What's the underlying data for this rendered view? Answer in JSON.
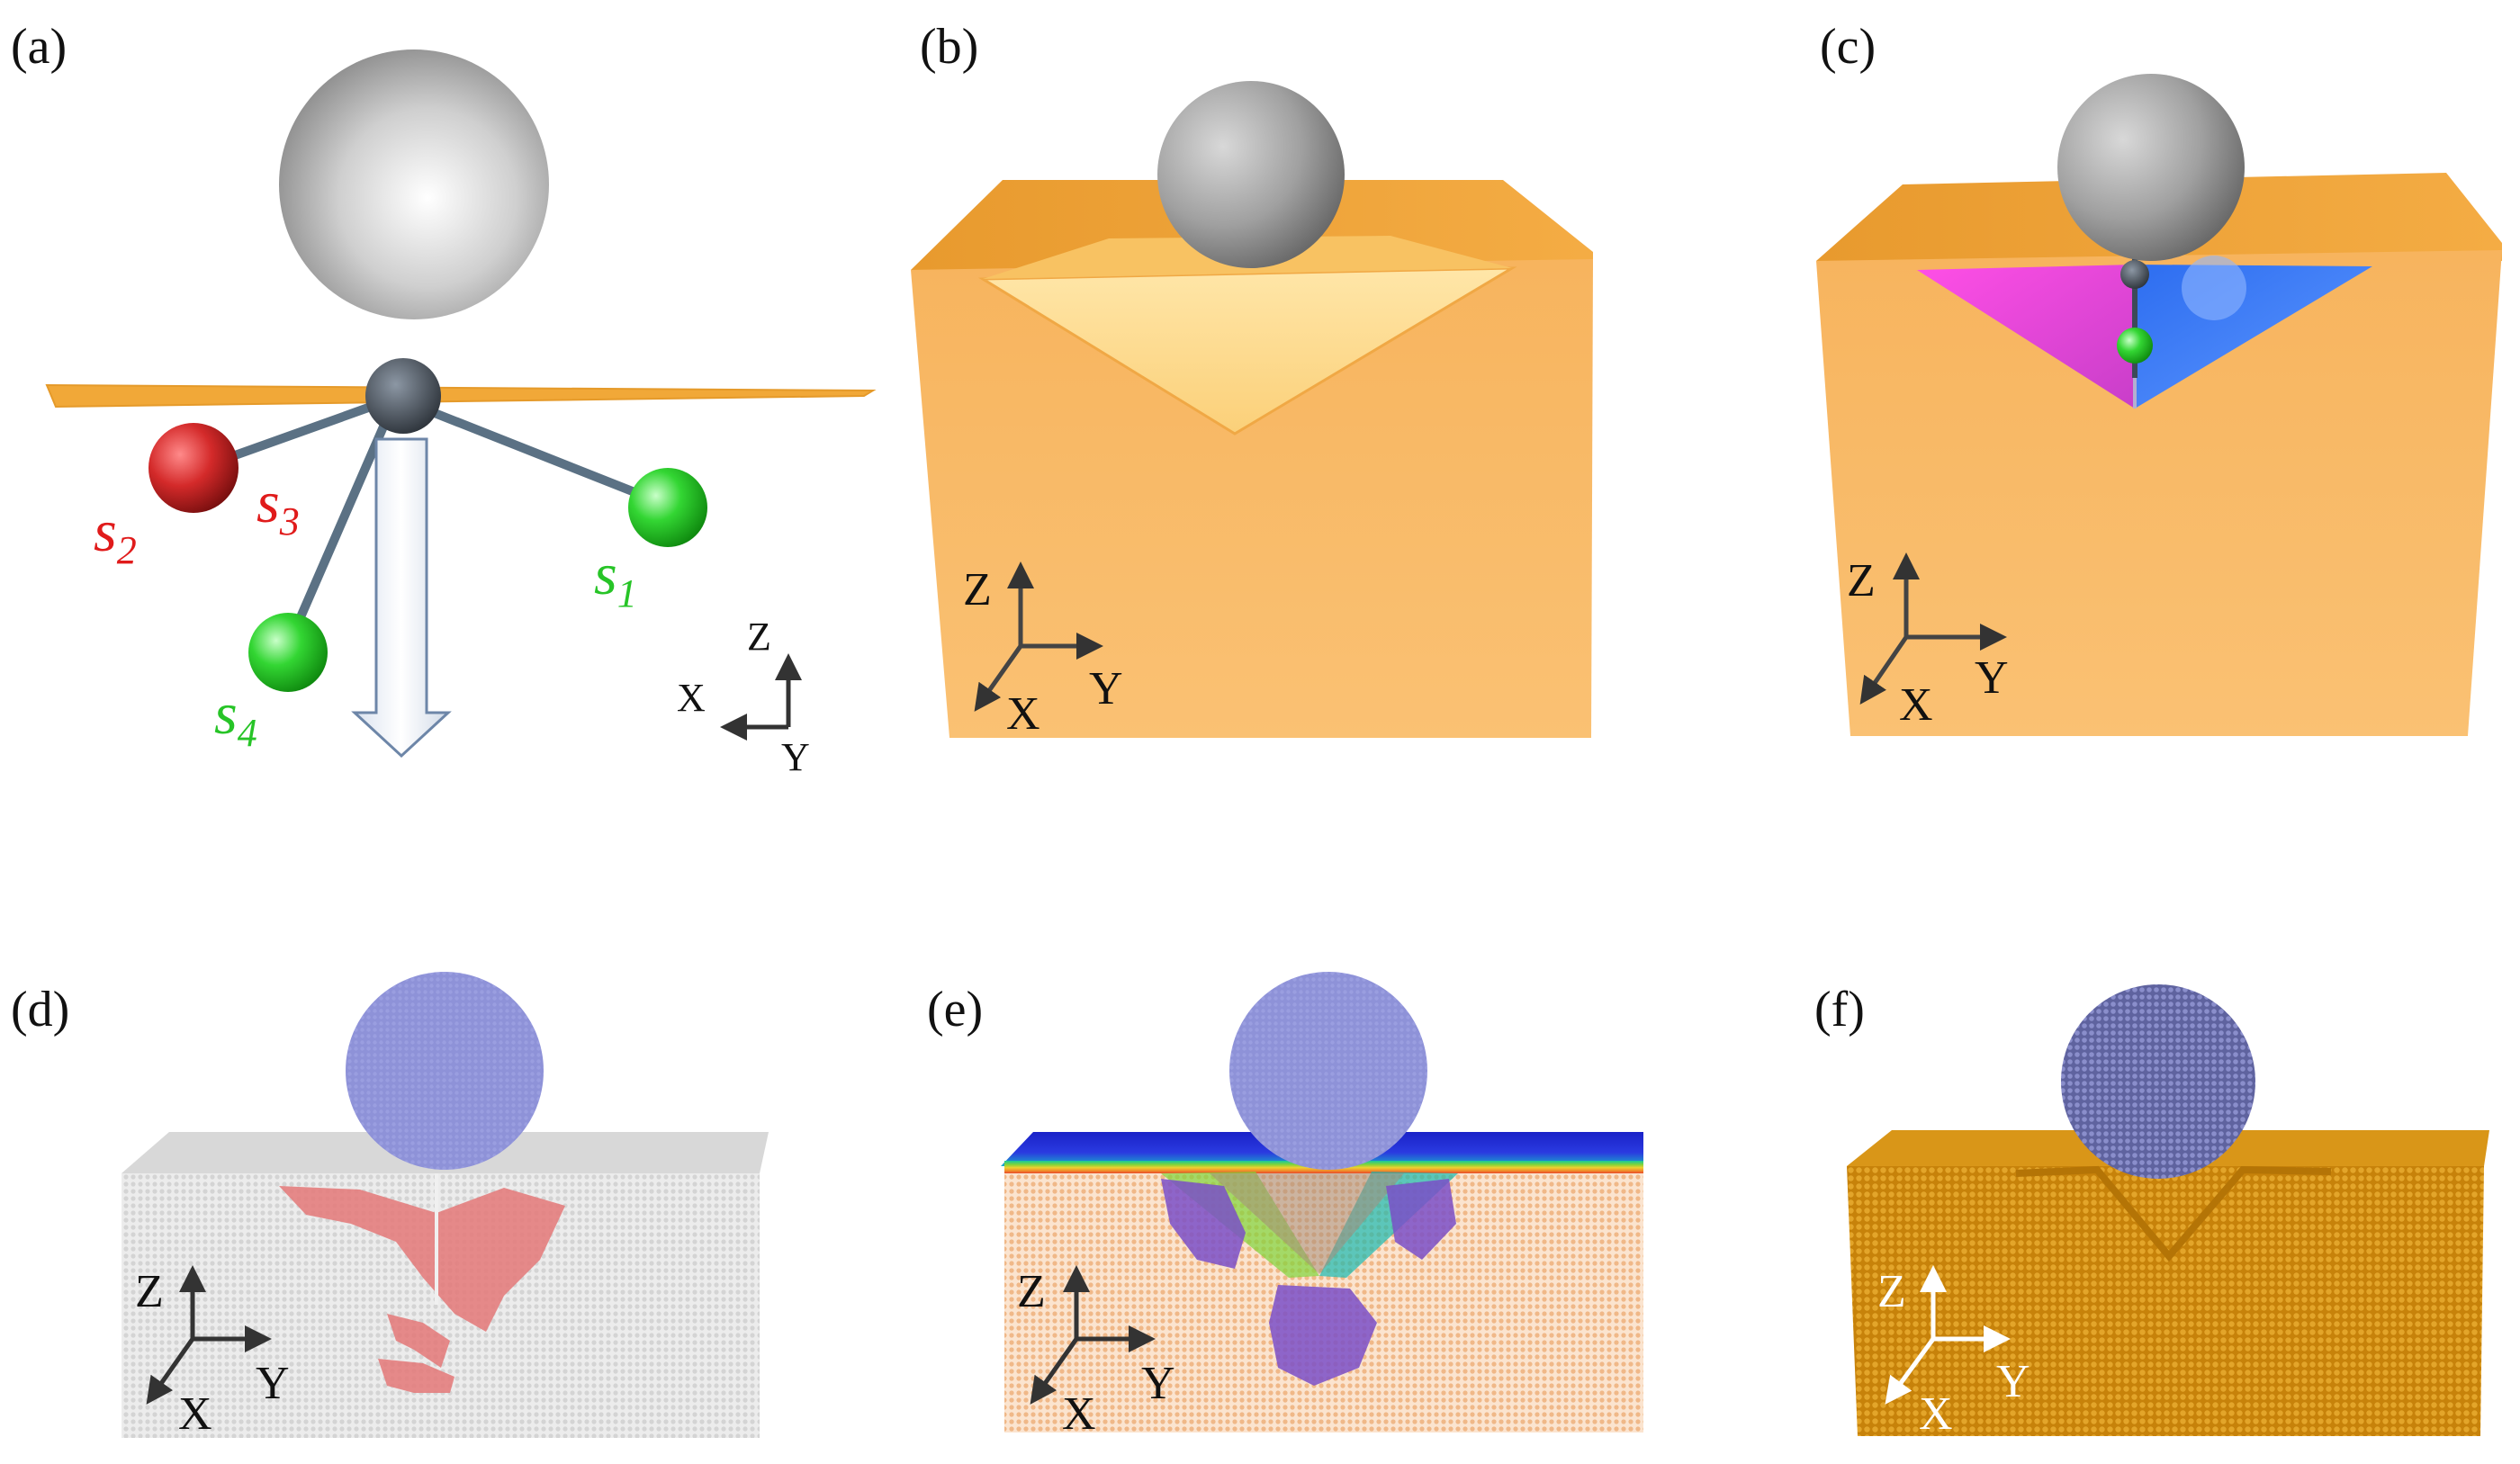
{
  "panels": {
    "a": {
      "label": "(a)"
    },
    "b": {
      "label": "(b)"
    },
    "c": {
      "label": "(c)"
    },
    "d": {
      "label": "(d)"
    },
    "e": {
      "label": "(e)"
    },
    "f": {
      "label": "(f)"
    }
  },
  "sites": {
    "s1": {
      "base": "s",
      "sub": "1",
      "color": "#27c427"
    },
    "s2": {
      "base": "s",
      "sub": "2",
      "color": "#e01b1b"
    },
    "s3": {
      "base": "s",
      "sub": "3",
      "color": "#e01b1b"
    },
    "s4": {
      "base": "s",
      "sub": "4",
      "color": "#27c427"
    }
  },
  "axes": {
    "x": "X",
    "y": "Y",
    "z": "Z"
  },
  "colors": {
    "block_orange": "#f8b458",
    "block_top": "#f2a63a",
    "indenter_gray": "#9a9a9a",
    "atom_indenter": "#8c8fd6",
    "atom_block_d": "#e6e6e6",
    "dislocation_red": "#e47878",
    "atom_block_e": "#f6c9a2",
    "atom_block_f": "#d4900f",
    "slip_magenta": "#e64cdc",
    "slip_blue": "#3f7bef"
  }
}
